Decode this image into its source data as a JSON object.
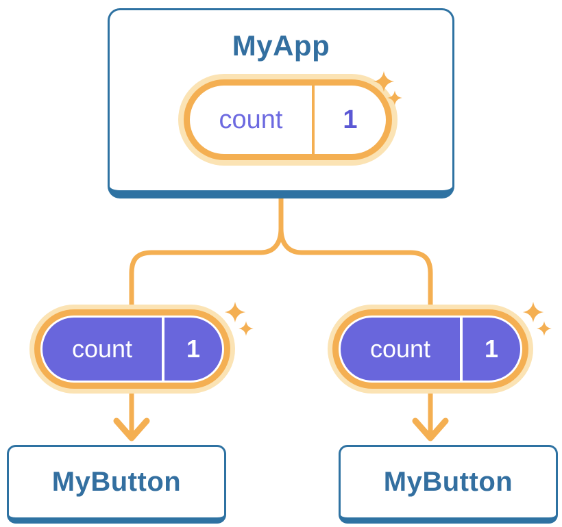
{
  "root_card": {
    "title": "MyApp",
    "state": {
      "label": "count",
      "value": "1"
    }
  },
  "child_cards": [
    {
      "title": "MyButton",
      "state": {
        "label": "count",
        "value": "1"
      }
    },
    {
      "title": "MyButton",
      "state": {
        "label": "count",
        "value": "1"
      }
    }
  ],
  "icons": {
    "sparkle": "four-point-star"
  },
  "colors": {
    "card_border_blue": "#2E72A2",
    "title_text_blue": "#336FA0",
    "connector_orange": "#F4AF52",
    "pill_glow_orange": "#FBE3B4",
    "pill_fill_purple": "#6966DC",
    "pill_label_purple": "#6C69E0",
    "pill_value_purple": "#5B58D4",
    "pill_fill_white": "#FFFFFF"
  }
}
